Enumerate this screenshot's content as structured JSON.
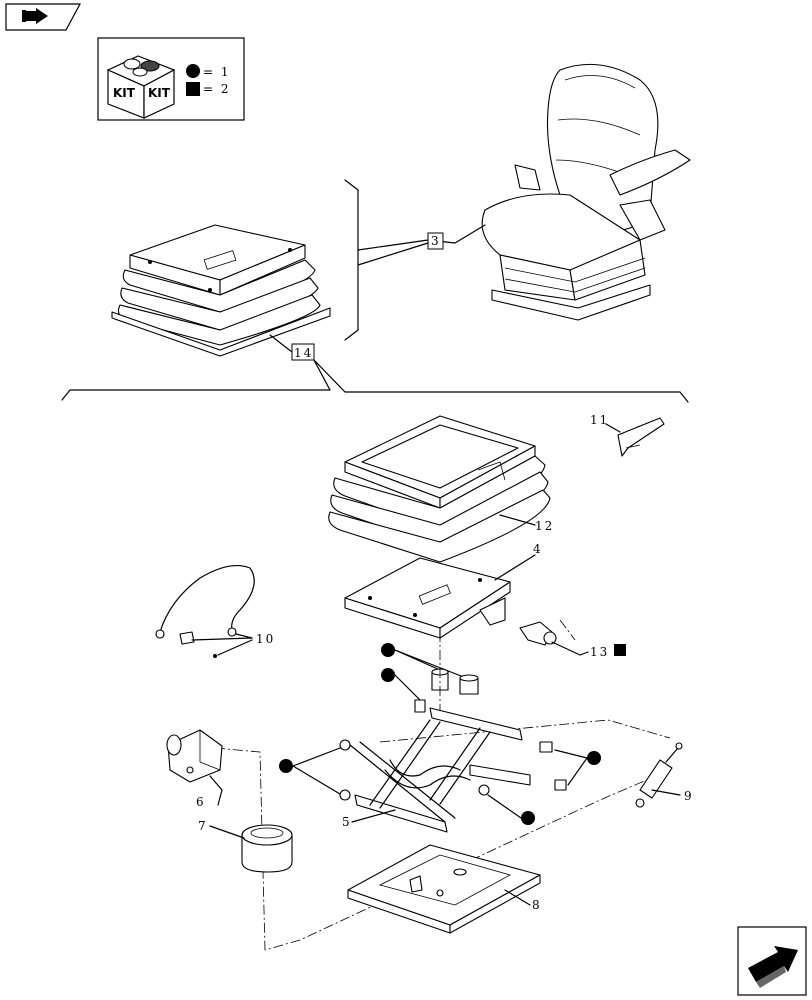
{
  "nav": {
    "top_icon": "forward-arrow-icon",
    "bottom_icon": "next-page-arrow-icon"
  },
  "legend": {
    "kit_box_text_1": "KIT",
    "kit_box_text_2": "KIT",
    "circle_value": "= 1",
    "square_value": "= 2"
  },
  "callouts": {
    "seat_assembly": "3",
    "suspension_assembly": "14",
    "bellows": "12",
    "top_plate": "4",
    "harness": "10",
    "valve": "13",
    "lever": "11",
    "compressor": "6",
    "reservoir": "7",
    "scissor_frame": "5",
    "base_plate": "8",
    "shock_absorber": "9"
  }
}
